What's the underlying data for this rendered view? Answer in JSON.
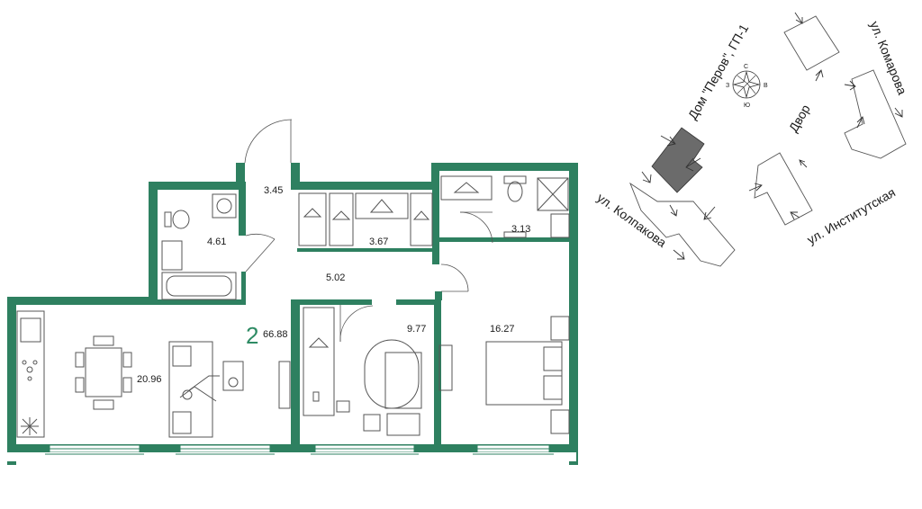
{
  "apartment": {
    "rooms_count": "2",
    "total_area": "66.88",
    "rooms": {
      "entrance": "3.45",
      "bathroom": "4.61",
      "wardrobe": "3.67",
      "hallway": "5.02",
      "shower_room": "3.13",
      "kitchen_living": "20.96",
      "bedroom_small": "9.77",
      "bedroom_main": "16.27"
    }
  },
  "site_plan": {
    "building_label": "Дом \"Перов\", ГП-1",
    "yard_label": "Двор",
    "streets": {
      "komarova": "ул. Комарова",
      "kolpakova": "ул. Колпакова",
      "institutskaya": "ул. Институтская"
    },
    "compass": {
      "north": "С",
      "south": "Ю",
      "east": "В",
      "west": "З"
    }
  },
  "colors": {
    "wall": "#2e8060",
    "accent": "#2e8b64",
    "building_highlight": "#6b6b6b"
  }
}
